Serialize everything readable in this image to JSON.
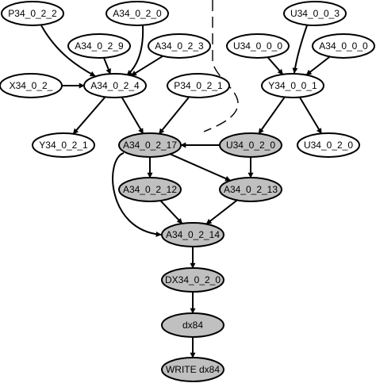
{
  "diagram": {
    "colors": {
      "gray": "#c0c0c0",
      "white": "#ffffff",
      "stroke": "#000000"
    },
    "nodes": [
      {
        "id": "P34_0_2_2",
        "label": "P34_0_2_2",
        "fill": "white"
      },
      {
        "id": "A34_0_2_0",
        "label": "A34_0_2_0",
        "fill": "white"
      },
      {
        "id": "U34_0_0_3",
        "label": "U34_0_0_3",
        "fill": "white"
      },
      {
        "id": "A34_0_2_9",
        "label": "A34_0_2_9",
        "fill": "white"
      },
      {
        "id": "A34_0_2_3",
        "label": "A34_0_2_3",
        "fill": "white"
      },
      {
        "id": "U34_0_0_0",
        "label": "U34_0_0_0",
        "fill": "white"
      },
      {
        "id": "A34_0_0_0",
        "label": "A34_0_0_0",
        "fill": "white"
      },
      {
        "id": "X34_0_2_",
        "label": "X34_0_2_",
        "fill": "white"
      },
      {
        "id": "A34_0_2_4",
        "label": "A34_0_2_4",
        "fill": "white"
      },
      {
        "id": "P34_0_2_1",
        "label": "P34_0_2_1",
        "fill": "white"
      },
      {
        "id": "Y34_0_0_1",
        "label": "Y34_0_0_1",
        "fill": "white"
      },
      {
        "id": "Y34_0_2_1",
        "label": "Y34_0_2_1",
        "fill": "white"
      },
      {
        "id": "A34_0_2_17",
        "label": "A34_0_2_17",
        "fill": "gray"
      },
      {
        "id": "U34_0_2_0a",
        "label": "U34_0_2_0",
        "fill": "gray"
      },
      {
        "id": "U34_0_2_0b",
        "label": "U34_0_2_0",
        "fill": "white"
      },
      {
        "id": "A34_0_2_12",
        "label": "A34_0_2_12",
        "fill": "gray"
      },
      {
        "id": "A34_0_2_13",
        "label": "A34_0_2_13",
        "fill": "gray"
      },
      {
        "id": "A34_0_2_14",
        "label": "A34_0_2_14",
        "fill": "gray"
      },
      {
        "id": "DX34_0_2_0",
        "label": "DX34_0_2_0",
        "fill": "gray"
      },
      {
        "id": "dx84",
        "label": "dx84",
        "fill": "gray"
      },
      {
        "id": "WRITE_dx84",
        "label": "WRITE dx84",
        "fill": "gray"
      }
    ],
    "edges": [
      {
        "from": "P34_0_2_2",
        "to": "A34_0_2_4"
      },
      {
        "from": "A34_0_2_0",
        "to": "A34_0_2_4"
      },
      {
        "from": "A34_0_2_9",
        "to": "A34_0_2_4"
      },
      {
        "from": "A34_0_2_3",
        "to": "A34_0_2_4"
      },
      {
        "from": "X34_0_2_",
        "to": "A34_0_2_4"
      },
      {
        "from": "A34_0_2_4",
        "to": "Y34_0_2_1"
      },
      {
        "from": "A34_0_2_4",
        "to": "A34_0_2_17"
      },
      {
        "from": "P34_0_2_1",
        "to": "A34_0_2_17"
      },
      {
        "from": "U34_0_0_3",
        "to": "Y34_0_0_1"
      },
      {
        "from": "U34_0_0_0",
        "to": "Y34_0_0_1"
      },
      {
        "from": "A34_0_0_0",
        "to": "Y34_0_0_1"
      },
      {
        "from": "Y34_0_0_1",
        "to": "U34_0_2_0a"
      },
      {
        "from": "Y34_0_0_1",
        "to": "U34_0_2_0b"
      },
      {
        "from": "U34_0_2_0a",
        "to": "A34_0_2_17"
      },
      {
        "from": "A34_0_2_17",
        "to": "A34_0_2_12"
      },
      {
        "from": "A34_0_2_17",
        "to": "A34_0_2_13"
      },
      {
        "from": "U34_0_2_0a",
        "to": "A34_0_2_13"
      },
      {
        "from": "A34_0_2_17",
        "to": "A34_0_2_14"
      },
      {
        "from": "A34_0_2_12",
        "to": "A34_0_2_14"
      },
      {
        "from": "A34_0_2_13",
        "to": "A34_0_2_14"
      },
      {
        "from": "A34_0_2_14",
        "to": "DX34_0_2_0"
      },
      {
        "from": "DX34_0_2_0",
        "to": "dx84"
      },
      {
        "from": "dx84",
        "to": "WRITE_dx84"
      }
    ]
  }
}
